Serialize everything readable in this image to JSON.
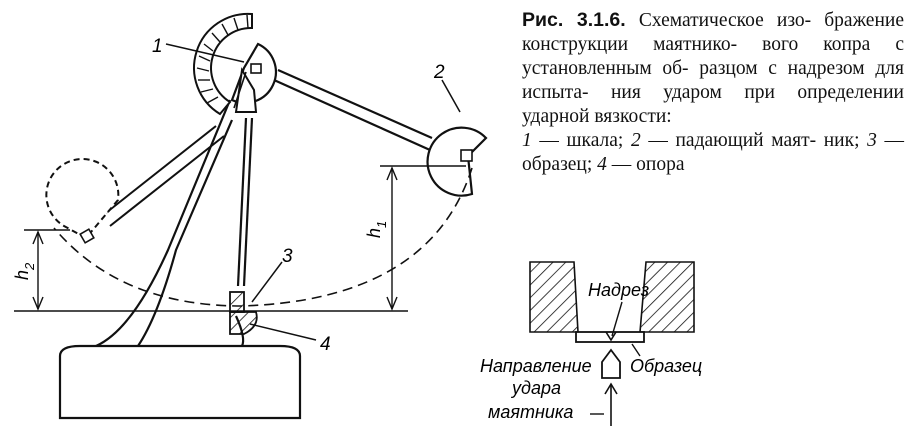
{
  "caption": {
    "figure_label": "Рис. 3.1.6.",
    "line1": "Схематическое изо-",
    "line2": "бражение конструкции маятнико-",
    "line3": "вого копра с установленным об-",
    "line4": "разцом с надрезом для испыта-",
    "line5": "ния ударом при определении",
    "line6": "ударной вязкости:",
    "legend": [
      {
        "num": "1",
        "text": " — шкала; "
      },
      {
        "num": "2",
        "text": " — падающий маят-"
      },
      {
        "num": "",
        "text": "ник; "
      },
      {
        "num": "3",
        "text": " — образец; "
      },
      {
        "num": "4",
        "text": " — опора"
      }
    ]
  },
  "labels": {
    "l1": "1",
    "l2": "2",
    "l3": "3",
    "l4": "4",
    "h1": "h",
    "h1_sub": "1",
    "h2": "h",
    "h2_sub": "2"
  },
  "inset": {
    "notch": "Надрез",
    "specimen": "Образец",
    "direction1": "Направление",
    "direction2": "удара",
    "direction3": "маятника"
  }
}
